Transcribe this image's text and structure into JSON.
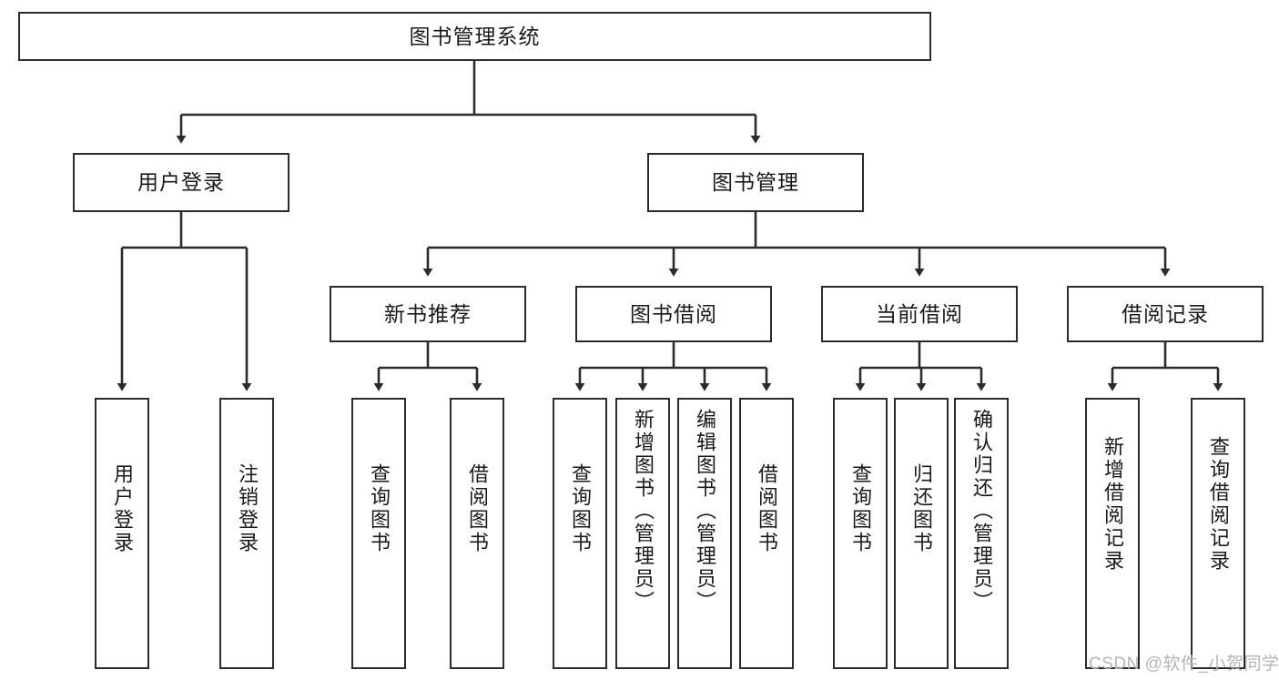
{
  "diagram": {
    "title": "图书管理系统",
    "type": "tree-structure-chart",
    "colors": {
      "node_border": "#2b2b2b",
      "node_fill": "#ffffff",
      "edge": "#2b2b2b",
      "background": "#ffffff",
      "watermark": "#b4b4b4"
    },
    "nodes": {
      "root": {
        "label": "图书管理系统"
      },
      "level2": [
        {
          "id": "user-login",
          "label": "用户登录"
        },
        {
          "id": "book-manage",
          "label": "图书管理"
        }
      ],
      "level3": [
        {
          "id": "new-book-recommend",
          "label": "新书推荐"
        },
        {
          "id": "book-borrow",
          "label": "图书借阅"
        },
        {
          "id": "current-borrow",
          "label": "当前借阅"
        },
        {
          "id": "borrow-record",
          "label": "借阅记录"
        }
      ],
      "leaves": {
        "user-login": [
          {
            "id": "leaf-user-login",
            "label": "用户登录"
          },
          {
            "id": "leaf-logout-login",
            "label": "注销登录"
          }
        ],
        "new-book-recommend": [
          {
            "id": "leaf-query-book-1",
            "label": "查询图书"
          },
          {
            "id": "leaf-borrow-book-1",
            "label": "借阅图书"
          }
        ],
        "book-borrow": [
          {
            "id": "leaf-query-book-2",
            "label": "查询图书"
          },
          {
            "id": "leaf-add-book",
            "label": "新增图书（管理员）"
          },
          {
            "id": "leaf-edit-book",
            "label": "编辑图书（管理员）"
          },
          {
            "id": "leaf-borrow-book-2",
            "label": "借阅图书"
          }
        ],
        "current-borrow": [
          {
            "id": "leaf-query-book-3",
            "label": "查询图书"
          },
          {
            "id": "leaf-return-book",
            "label": "归还图书"
          },
          {
            "id": "leaf-confirm-return",
            "label": "确认归还（管理员）"
          }
        ],
        "borrow-record": [
          {
            "id": "leaf-add-record",
            "label": "新增借阅记录"
          },
          {
            "id": "leaf-query-record",
            "label": "查询借阅记录"
          }
        ]
      }
    },
    "watermark": "CSDN @软件_小贺同学"
  }
}
